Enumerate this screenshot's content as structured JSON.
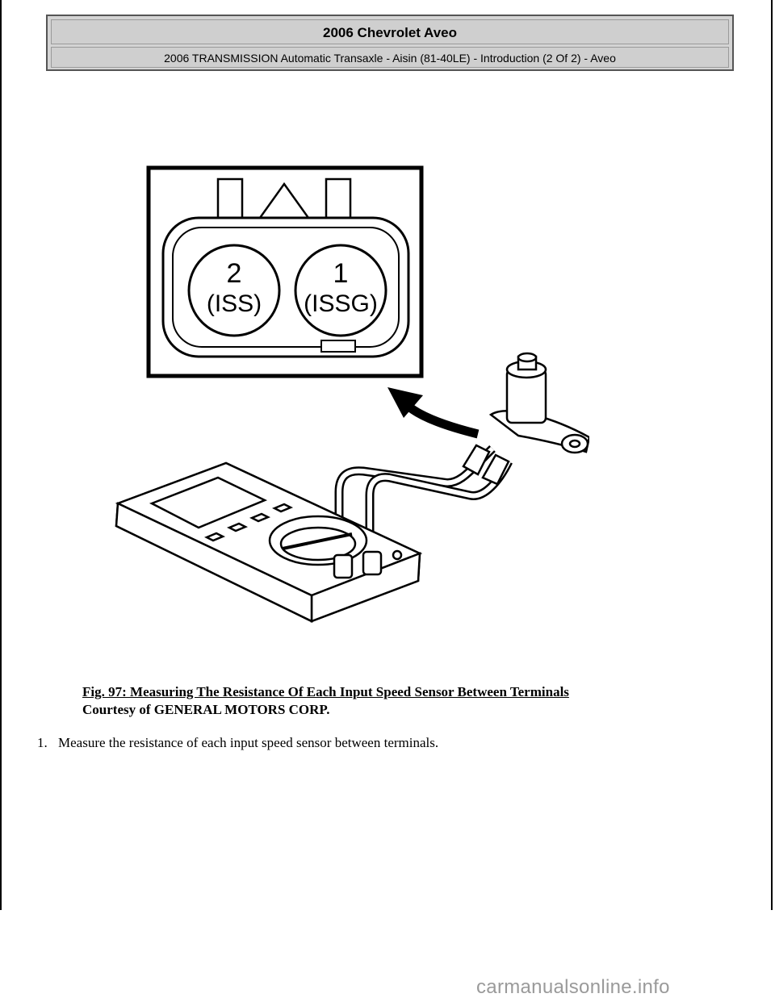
{
  "header": {
    "title": "2006 Chevrolet Aveo",
    "subtitle": "2006 TRANSMISSION Automatic Transaxle - Aisin (81-40LE) - Introduction (2 Of 2) - Aveo"
  },
  "figure": {
    "terminal_2_number": "2",
    "terminal_2_label": "(ISS)",
    "terminal_1_number": "1",
    "terminal_1_label": "(ISSG)"
  },
  "caption": {
    "title": "Fig. 97: Measuring The Resistance Of Each Input Speed Sensor Between Terminals",
    "courtesy": "Courtesy of GENERAL MOTORS CORP."
  },
  "steps": [
    {
      "number": "1.",
      "text": "Measure the resistance of each input speed sensor between terminals."
    }
  ],
  "watermark": "carmanualsonline.info"
}
